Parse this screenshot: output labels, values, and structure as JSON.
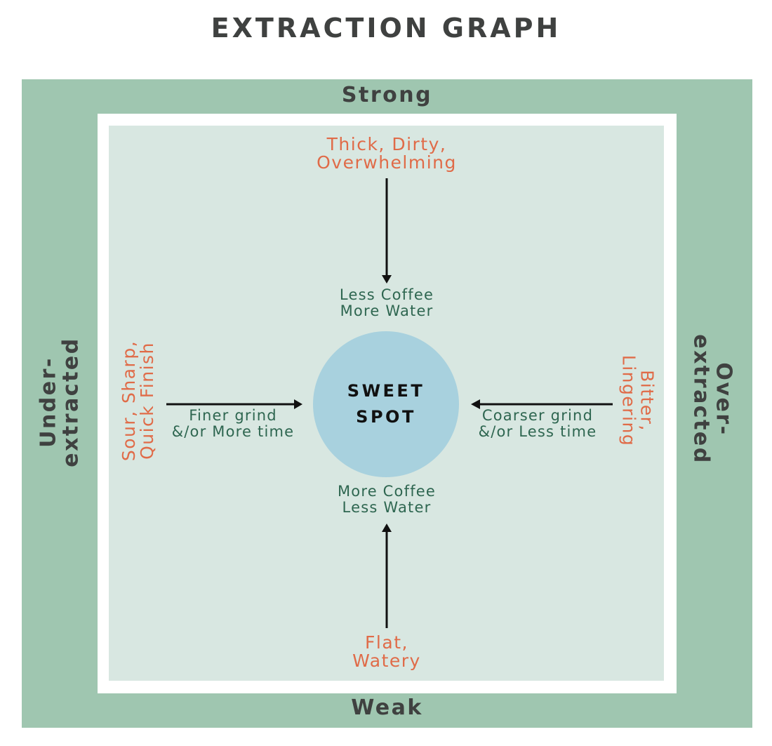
{
  "title": "EXTRACTION GRAPH",
  "axes": {
    "top": "Strong",
    "bottom": "Weak",
    "left": [
      "Under-",
      "extracted"
    ],
    "right": [
      "Over-",
      "extracted"
    ]
  },
  "center": [
    "SWEET",
    "SPOT"
  ],
  "tastes": {
    "top": [
      "Thick, Dirty,",
      "Overwhelming"
    ],
    "bottom": [
      "Flat,",
      "Watery"
    ],
    "left": [
      "Sour, Sharp,",
      "Quick Finish"
    ],
    "right": [
      "Bitter,",
      "Lingering"
    ]
  },
  "adjustments": {
    "top": [
      "Less Coffee",
      "More Water"
    ],
    "bottom": [
      "More Coffee",
      "Less Water"
    ],
    "left": [
      "Finer grind",
      "&/or More time"
    ],
    "right": [
      "Coarser grind",
      "&/or Less time"
    ]
  },
  "colors": {
    "outer_band": "#9fc6b0",
    "inner_field": "#d8e7e1",
    "sweet_spot": "#a8d1de",
    "taste_text": "#e06b48",
    "adjust_text": "#2e6650"
  }
}
